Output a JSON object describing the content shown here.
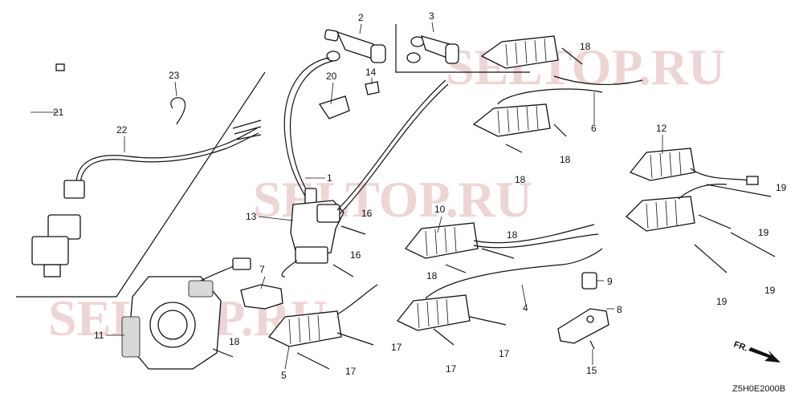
{
  "diagram": {
    "watermarks": [
      "SELTOP.RU",
      "SELTOP.RU",
      "SELTOP.RU"
    ],
    "diagram_code": "Z5H0E2000B",
    "direction_label": "FR.",
    "callouts": [
      {
        "id": "c1",
        "text": "1"
      },
      {
        "id": "c2",
        "text": "2"
      },
      {
        "id": "c3",
        "text": "3"
      },
      {
        "id": "c4",
        "text": "4"
      },
      {
        "id": "c5",
        "text": "5"
      },
      {
        "id": "c6",
        "text": "6"
      },
      {
        "id": "c7",
        "text": "7"
      },
      {
        "id": "c8",
        "text": "8"
      },
      {
        "id": "c9",
        "text": "9"
      },
      {
        "id": "c10",
        "text": "10"
      },
      {
        "id": "c11",
        "text": "11"
      },
      {
        "id": "c12",
        "text": "12"
      },
      {
        "id": "c13",
        "text": "13"
      },
      {
        "id": "c14",
        "text": "14"
      },
      {
        "id": "c15",
        "text": "15"
      },
      {
        "id": "c16a",
        "text": "16"
      },
      {
        "id": "c16b",
        "text": "16"
      },
      {
        "id": "c17a",
        "text": "17"
      },
      {
        "id": "c17b",
        "text": "17"
      },
      {
        "id": "c17c",
        "text": "17"
      },
      {
        "id": "c17d",
        "text": "17"
      },
      {
        "id": "c18a",
        "text": "18"
      },
      {
        "id": "c18b",
        "text": "18"
      },
      {
        "id": "c18c",
        "text": "18"
      },
      {
        "id": "c18d",
        "text": "18"
      },
      {
        "id": "c18e",
        "text": "18"
      },
      {
        "id": "c18f",
        "text": "18"
      },
      {
        "id": "c19a",
        "text": "19"
      },
      {
        "id": "c19b",
        "text": "19"
      },
      {
        "id": "c19c",
        "text": "19"
      },
      {
        "id": "c19d",
        "text": "19"
      },
      {
        "id": "c20",
        "text": "20"
      },
      {
        "id": "c21",
        "text": "21"
      },
      {
        "id": "c22",
        "text": "22"
      },
      {
        "id": "c23",
        "text": "23"
      }
    ]
  }
}
